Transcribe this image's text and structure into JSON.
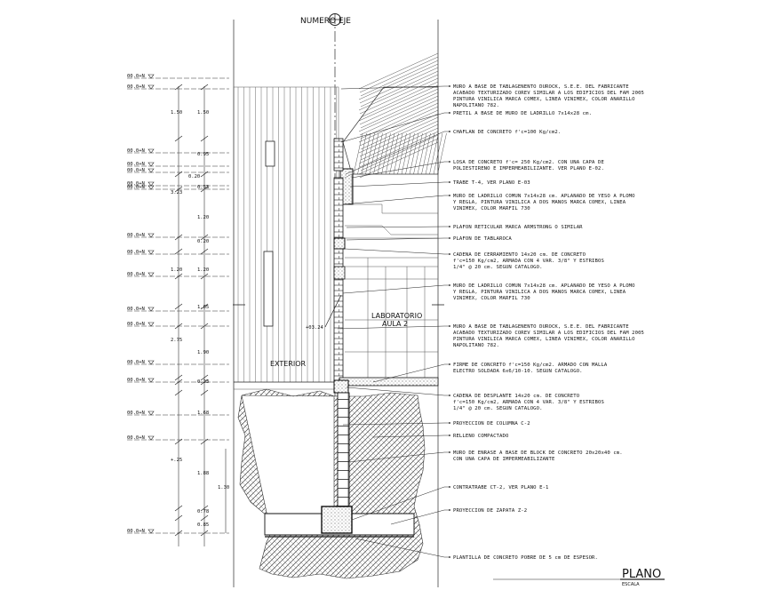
{
  "header": {
    "axis_label": "NUMERO EJE"
  },
  "footer": {
    "title": "PLANO",
    "scale_label": "ESCALA"
  },
  "labels": {
    "exterior": "EXTERIOR",
    "room_line1": "LABORATORIO",
    "room_line2": "AULA 2"
  },
  "levels": [
    "00.0+N",
    "00.0+N",
    "00.0+N",
    "00.0+N",
    "00.0+N",
    "00.0+N",
    "00.0+N",
    "00.0+N",
    "00.0+N",
    "00.0+N",
    "00.0+N",
    "00.0+N",
    "00.0+N",
    "00.0+N",
    "00.0+N",
    "00.0+N",
    "00.0+N"
  ],
  "dims": {
    "inner": [
      "1.50",
      "0.95",
      "0.53",
      "1.20",
      "0.20",
      "1.20",
      "1.05",
      "1.90",
      "0.23",
      "1.68",
      "1.88",
      "0.78",
      "0.85"
    ],
    "outer": [
      "1.50",
      "0.20",
      "3.23",
      "1.20",
      "2.75",
      "+.25"
    ],
    "misc": [
      "1.30",
      "+03.24"
    ]
  },
  "notes": [
    [
      "MURO A BASE DE TABLAGENENTO DUROCK, S.E.E. DEL FABRICANTE",
      "ACABADO TEXTURIZADO COREV SIMILAR A LOS EDIFICIOS DEL FAM 2005",
      "PINTURA VINILICA MARCA COMEX, LINEA VINIMEX, COLOR ANARILLO",
      "NAPOLITANO 782."
    ],
    [
      "PRETIL A BASE DE MURO DE LADRILLO 7x14x28 cm."
    ],
    [
      "CHAFLAN DE CONCRETO f'c=100 Kg/cm2."
    ],
    [
      "LOSA DE CONCRETO f'c= 250 Kg/cm2. CON UNA CAPA DE",
      "POLIESTIRENO E IMPERMEABILIZANTE. VER PLANO E-02."
    ],
    [
      "TRABE T-4, VER PLANO E-03"
    ],
    [
      "MURO DE LADRILLO COMUN 7x14x28 cm. APLANADO DE YESO A PLOMO",
      "Y REGLA, PINTURA VINILICA A DOS MANOS MARCA COMEX, LINEA",
      "VINIMEX, COLOR MARFIL 730"
    ],
    [
      "PLAFON RETICULAR MARCA ARMSTRONG O SIMILAR"
    ],
    [
      "PLAFON DE TABLAROCA"
    ],
    [
      "CADENA DE CERRAMIENTO 14x20 cm. DE CONCRETO",
      "f'c=150 Kg/cm2, ARMADA CON 4 VAR. 3/8\" Y ESTRIBOS",
      "1/4\" @ 20 cm. SEGUN CATALOGO."
    ],
    [
      "MURO DE LADRILLO COMUN 7x14x28 cm. APLANADO DE YESO A PLOMO",
      "Y REGLA, PINTURA VINILICA A DOS MANOS MARCA COMEX, LINEA",
      "VINIMEX, COLOR MARFIL 730"
    ],
    [
      "MURO A BASE DE TABLAGENENTO DUROCK, S.E.E. DEL FABRICANTE",
      "ACABADO TEXTURIZADO COREV SIMILAR A LOS EDIFICIOS DEL FAM 2005",
      "PINTURA VINILICA MARCA COMEX, LINEA VINIMEX, COLOR ANARILLO",
      "NAPOLITANO 782."
    ],
    [
      "FIRME DE CONCRETO f'c=150 Kg/cm2. ARMADO CON MALLA",
      "ELECTRO SOLDADA 6x6/10-10. SEGUN CATALOGO."
    ],
    [
      "CADENA DE DESPLANTE 14x20 cm. DE CONCRETO",
      "f'c=150 Kg/cm2, ARMADA CON 4 VAR. 3/8\" Y ESTRIBOS",
      "1/4\" @ 20 cm. SEGUN CATALOGO."
    ],
    [
      "PROYECCION DE COLUMNA C-2"
    ],
    [
      "RELLENO COMPACTADO"
    ],
    [
      "MURO DE ENRASE A BASE DE BLOCK DE CONCRETO 20x20x40 cm.",
      "CON UNA CAPA DE IMPERMEABILIZANTE"
    ],
    [
      "CONTRATRABE CT-2, VER PLANO E-1"
    ],
    [
      "PROYECCION DE ZAPATA Z-2"
    ],
    [
      "PLANTILLA DE CONCRETO POBRE DE 5 cm DE ESPESOR."
    ]
  ]
}
